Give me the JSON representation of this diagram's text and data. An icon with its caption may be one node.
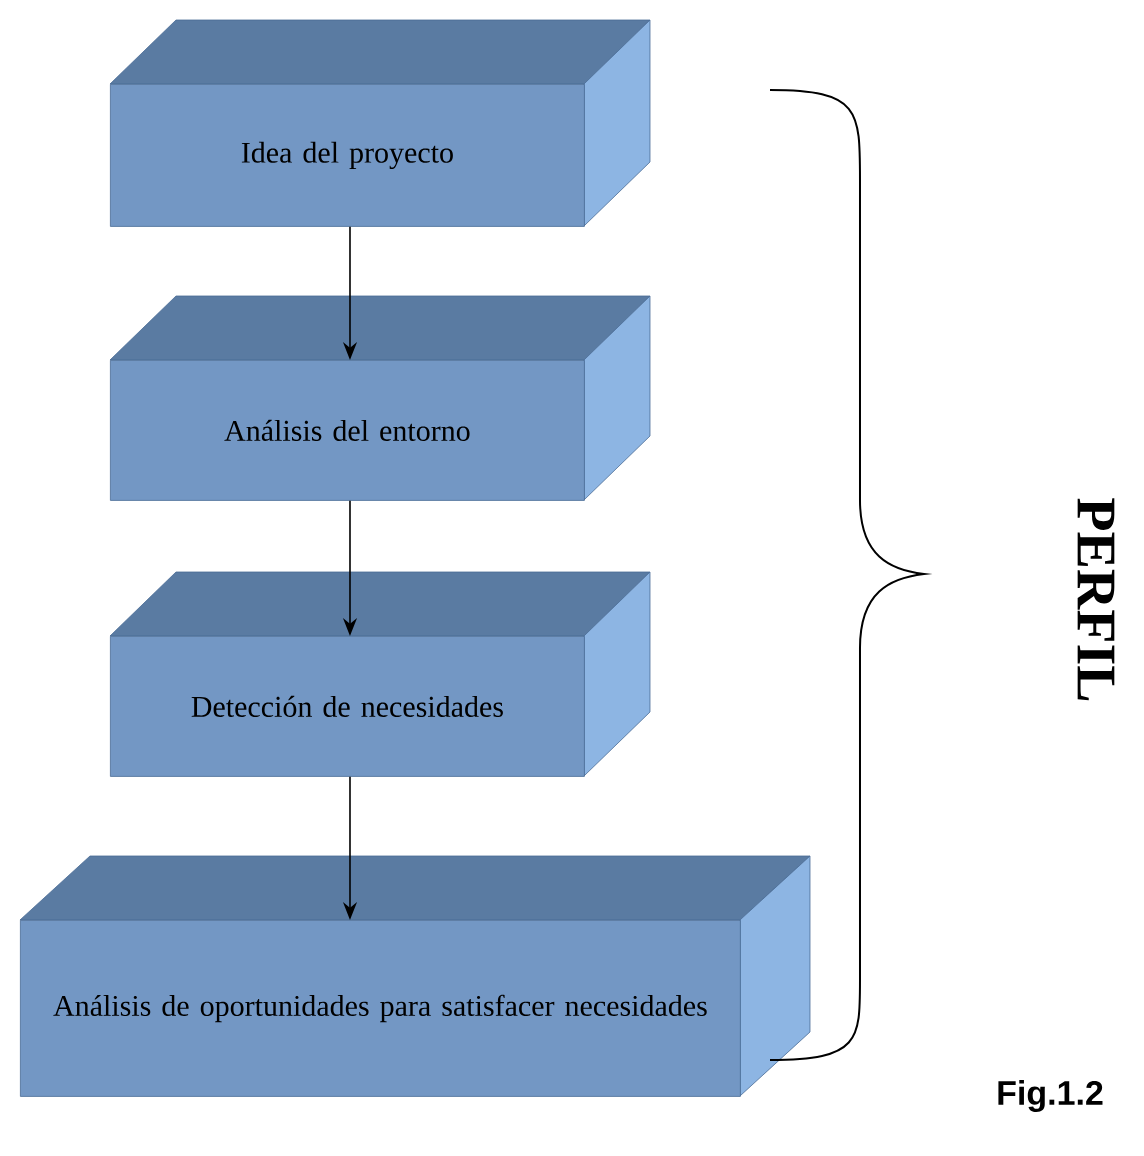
{
  "diagram": {
    "nodes": [
      {
        "text": [
          "Idea del proyecto"
        ]
      },
      {
        "text": [
          "Análisis del entorno"
        ]
      },
      {
        "text": [
          "Detección de necesidades"
        ]
      },
      {
        "text": [
          "Análisis de oportunidades para satisfacer necesidades"
        ]
      }
    ],
    "edges": [
      {
        "from": 0,
        "to": 1,
        "arrow": "to"
      },
      {
        "from": 1,
        "to": 2,
        "arrow": "to"
      },
      {
        "from": 2,
        "to": 3,
        "arrow": "to"
      }
    ],
    "labels": [
      "PERFIL",
      "Fig.1.2"
    ]
  }
}
